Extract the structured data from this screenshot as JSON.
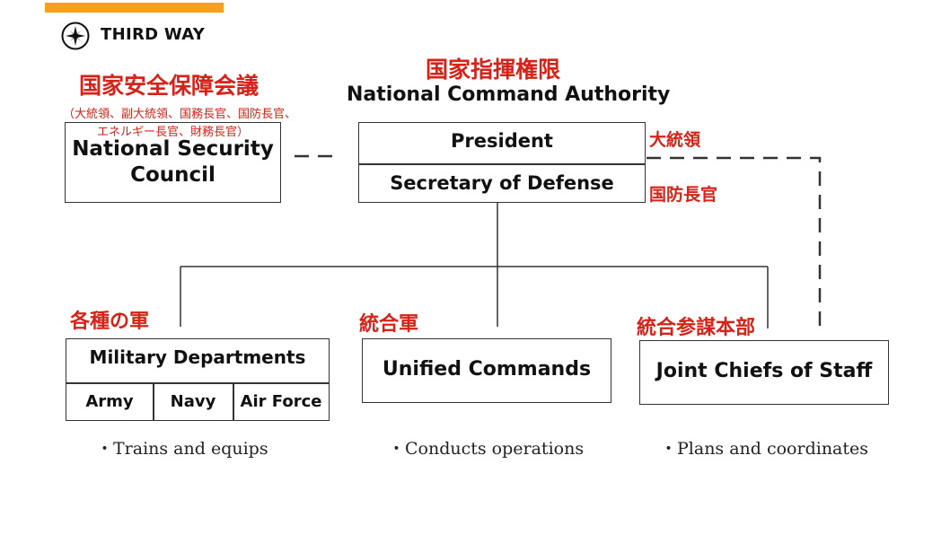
{
  "brand": {
    "name": "THIRD WAY",
    "accent_color": "#f7a11a",
    "logo_icon": "compass-star-icon"
  },
  "nca": {
    "jp": "国家指揮権限",
    "en": "National Command Authority"
  },
  "nsc": {
    "jp": "国家安全保障会議",
    "members_line1": "（大統領、副大統領、国務長官、国防長官、",
    "members_line2": "エネルギー長官、財務長官）",
    "en_line1": "National Security",
    "en_line2": "Council"
  },
  "president": {
    "en": "President",
    "jp": "大統領"
  },
  "secdef": {
    "en": "Secretary of  Defense",
    "jp": "国防長官"
  },
  "military_departments": {
    "jp": "各種の軍",
    "en": "Military Departments",
    "branches": [
      "Army",
      "Navy",
      "Air Force"
    ],
    "note": "・Trains and equips"
  },
  "unified_commands": {
    "jp": "統合軍",
    "en": "Unified Commands",
    "note": "・Conducts operations"
  },
  "jcs": {
    "jp": "統合参謀本部",
    "en": "Joint Chiefs of Staff",
    "note": "・Plans and coordinates"
  },
  "colors": {
    "label_red": "#d62218",
    "line": "#333333"
  }
}
